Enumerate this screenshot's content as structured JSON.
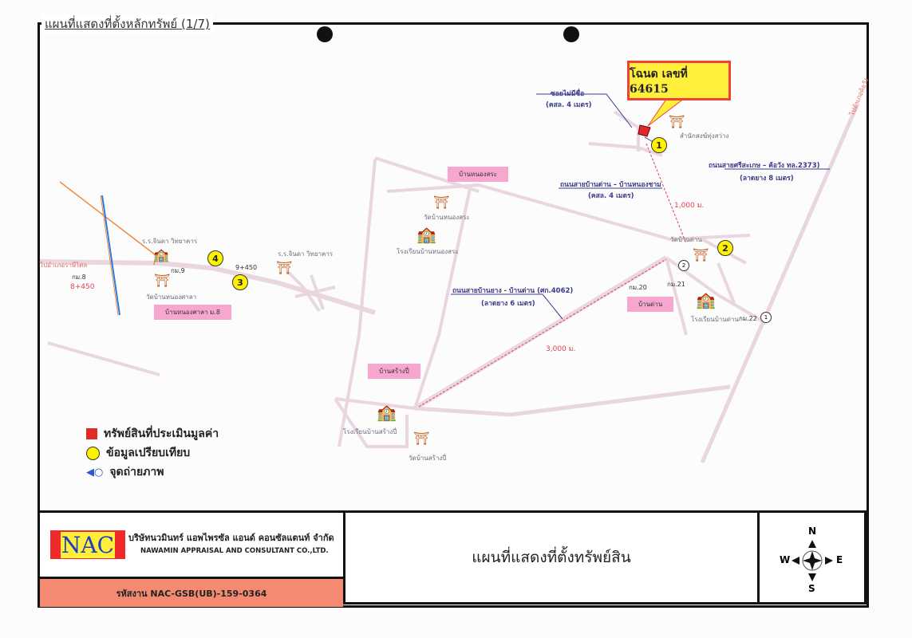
{
  "header": {
    "title": "แผนที่แสดงที่ตั้งหลักทรัพย์ (1/7)"
  },
  "callout": {
    "deed": "โฉนด เลขที่ 64615"
  },
  "roads": [
    {
      "name": "ซอยไม่มีชื่อ",
      "surface": "(คสล. 4 เมตร)"
    },
    {
      "name": "ถนนสายศรีสะเกษ – ค้อวัง ทล.2373)",
      "surface": "(ลาดยาง 8 เมตร)"
    },
    {
      "name": "ถนนสายบ้านด่าน – บ้านหนองชาม",
      "surface": "(คสล. 4 เมตร)"
    },
    {
      "name": "ถนนสายบ้านยาง - บ้านด่าน (ศก.4062)",
      "surface": "(ลาดยาง 6 เมตร)"
    }
  ],
  "distances": {
    "d1": "1,000 ม.",
    "d2": "3,000 ม.",
    "km1": "8+450",
    "km2": "9+450"
  },
  "villages": [
    "บ้านหนองสระ",
    "บ้านหนองศาลา ม.8",
    "บ้านด่าน",
    "บ้านสร้างปี่"
  ],
  "places": {
    "temple_top": "สำนักสงฆ์ทุ่งสว่าง",
    "temple_nongsra": "วัดบ้านหนองสระ",
    "school_nongsra": "โรงเรียนบ้านหนองสระ",
    "temple_dan": "วัดบ้านด่าน",
    "school_dan": "โรงเรียนบ้านด่าน",
    "school_sangpi": "โรงเรียนบ้านสร้างปี่",
    "temple_sangpi": "วัดบ้านสร้างปี่",
    "school_jinda1": "ร.ร.จินดา วิทยาคาร",
    "school_jinda2": "ร.ร.จินดา วิทยาคาร",
    "temple_nongsala": "วัดบ้านหนองศาลา",
    "road_west": "ไปอำเภอราษีไศล",
    "km8": "กม.8",
    "km9": "กม.9",
    "km20": "กม.20",
    "km21": "กม.21",
    "km22": "กม.22",
    "road_right": "ไปอำเภอค้อวัง"
  },
  "markers": [
    "1",
    "2",
    "3",
    "4"
  ],
  "photo_points": [
    "1",
    "2"
  ],
  "legend": {
    "property": "ทรัพย์สินที่ประเมินมูลค่า",
    "comparable": "ข้อมูลเปรียบเทียบ",
    "photo": "จุดถ่ายภาพ"
  },
  "footer": {
    "logo": "NAC",
    "company_th": "บริษัทนวมินทร์ แอพไพรซัล แอนด์ คอนซัลแตนท์ จำกัด",
    "company_en": "NAWAMIN APPRAISAL AND CONSULTANT CO.,LTD.",
    "job_code": "รหัสงาน  NAC-GSB(UB)-159-0364",
    "map_title": "แผนที่แสดงที่ตั้งทรัพย์สิน",
    "compass": {
      "n": "N",
      "s": "S",
      "e": "E",
      "w": "W"
    }
  },
  "colors": {
    "road": "#ead6df",
    "property": "#e02a2a",
    "marker": "#fff200",
    "village": "#f7a6d0",
    "route": "#e04050"
  }
}
